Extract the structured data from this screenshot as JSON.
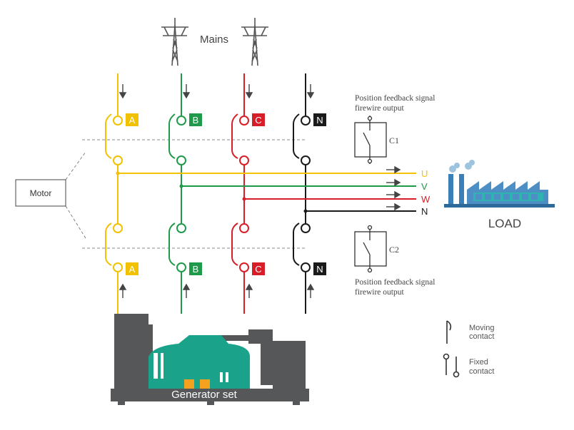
{
  "mains_label": "Mains",
  "motor_label": "Motor",
  "load_label": "LOAD",
  "generator_label": "Generator set",
  "c1_label": "C1",
  "c2_label": "C2",
  "feedback_top": {
    "line1": "Position feedback signal",
    "line2": "firewire output"
  },
  "feedback_bottom": {
    "line1": "Position feedback signal",
    "line2": "firewire output"
  },
  "phases": [
    {
      "badge": "A",
      "color": "#f2c200"
    },
    {
      "badge": "B",
      "color": "#1f9a4a"
    },
    {
      "badge": "C",
      "color": "#d71e28"
    },
    {
      "badge": "N",
      "color": "#1a1a1a"
    }
  ],
  "bus_lines": [
    {
      "label": "U",
      "color": "#f2c200"
    },
    {
      "label": "V",
      "color": "#1f9a4a"
    },
    {
      "label": "W",
      "color": "#d71e28"
    },
    {
      "label": "N",
      "color": "#1a1a1a"
    }
  ],
  "legend": {
    "moving": {
      "line1": "Moving",
      "line2": "contact"
    },
    "fixed": {
      "line1": "Fixed",
      "line2": "contact"
    }
  },
  "colors": {
    "generator_body": "#555759",
    "generator_engine": "#1aa38a",
    "generator_accent": "#f3a11f",
    "factory_blue": "#4d8fc4",
    "factory_teal": "#2fb3b0"
  }
}
